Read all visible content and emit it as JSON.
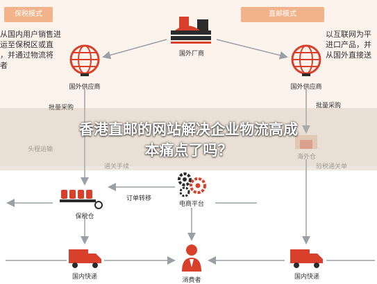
{
  "left_panel": {
    "mode": "保税模式",
    "description": "从国内用户销售进\n运至保税区或直\n，并通过物流将\n者"
  },
  "right_panel": {
    "mode": "直邮模式",
    "description": "以互联网为平\n进口产品，并\n从国外直接送"
  },
  "nodes": {
    "overseas_factory": "国外厂商",
    "supplier_left": "国外供应商",
    "supplier_right": "国外供应商",
    "bulk_purchase_left": "批量采购",
    "bulk_purchase_right": "批量采购",
    "first_leg": "头程运输",
    "overseas_warehouse": "海外仓",
    "customs_left": "通关手续",
    "customs_right": "验税通关单",
    "bonded_warehouse": "保税仓",
    "order_transfer": "订单转移",
    "ecommerce_platform": "电商平台",
    "domestic_express_left": "国内快递",
    "consumer": "消费者",
    "domestic_express_right": "国内快递"
  },
  "headline": "香港直邮的网站解决企业物流高成\n本痛点了吗？",
  "colors": {
    "accent": "#d9402c",
    "tab": "#f2b38a",
    "panel": "#fbf3ec"
  }
}
